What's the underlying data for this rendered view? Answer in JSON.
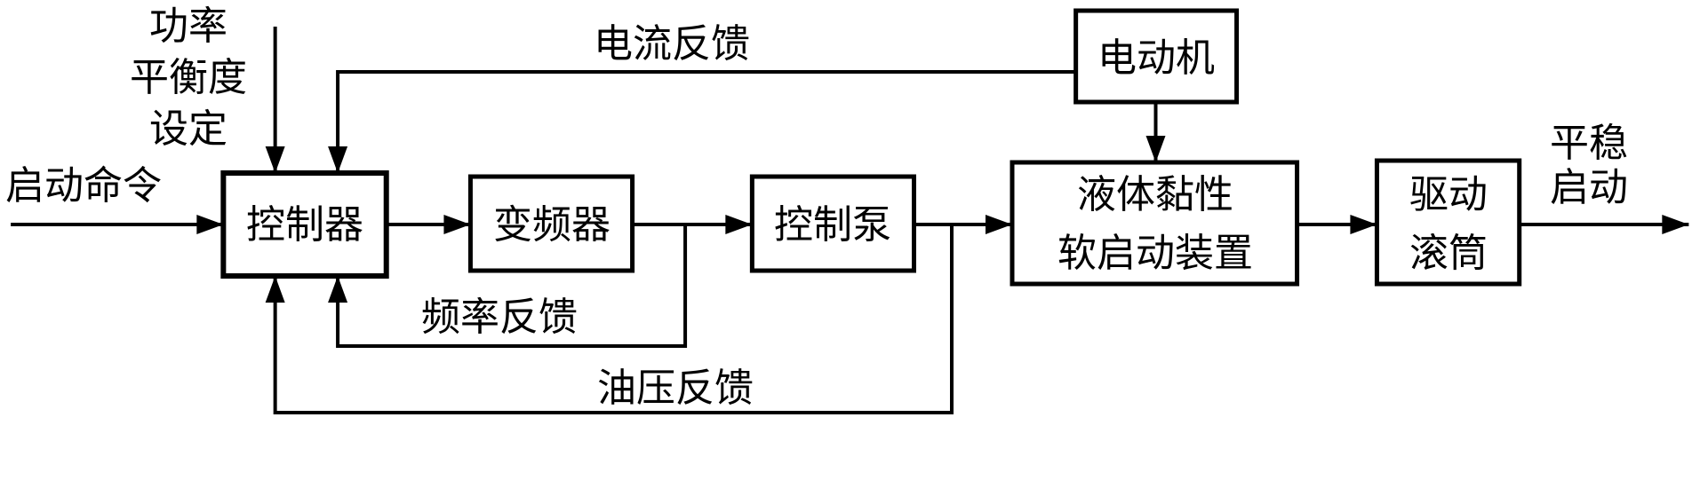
{
  "diagram": {
    "type": "block-diagram",
    "line_color": "#000000",
    "background": "#ffffff",
    "blocks": {
      "controller": "控制器",
      "inverter": "变频器",
      "control_pump": "控制泵",
      "motor": "电动机",
      "fluid_device_line1": "液体黏性",
      "fluid_device_line2": "软启动装置",
      "drum_line1": "驱动",
      "drum_line2": "滚筒"
    },
    "inputs": {
      "power_balance_line1": "功率",
      "power_balance_line2": "平衡度",
      "power_balance_line3": "设定",
      "start_command": "启动命令"
    },
    "output": {
      "line1": "平稳",
      "line2": "启动"
    },
    "feedback": {
      "current": "电流反馈",
      "frequency": "频率反馈",
      "oil_pressure": "油压反馈"
    }
  }
}
